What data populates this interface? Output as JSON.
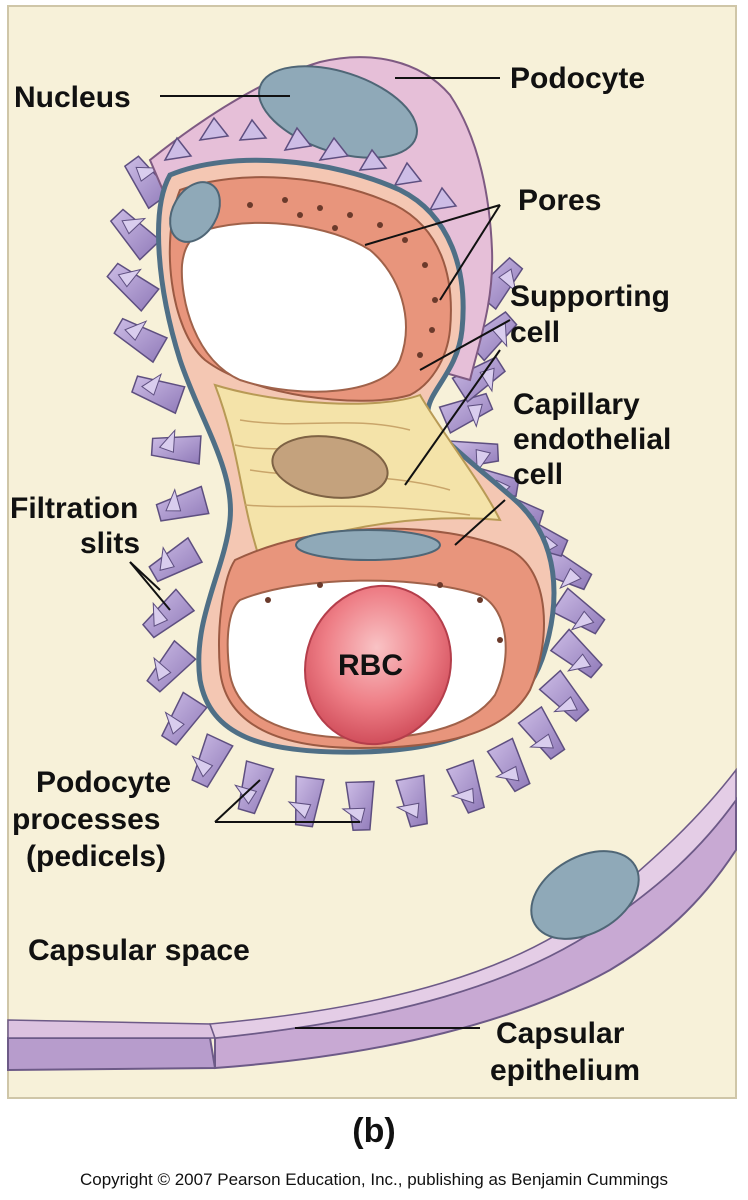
{
  "labels": {
    "nucleus": "Nucleus",
    "podocyte": "Podocyte",
    "pores": "Pores",
    "supporting_cell": [
      "Supporting",
      "cell"
    ],
    "capillary_endothelial_cell": [
      "Capillary",
      "endothelial",
      "cell"
    ],
    "filtration_slits": [
      "Filtration",
      "slits"
    ],
    "rbc": "RBC",
    "podocyte_processes": [
      "Podocyte",
      "processes",
      "(pedicels)"
    ],
    "capsular_space": "Capsular space",
    "capsular_epithelium": [
      "Capsular",
      "epithelium"
    ]
  },
  "panel_letter": "(b)",
  "copyright": "Copyright © 2007 Pearson Education, Inc., publishing as Benjamin Cummings",
  "colors": {
    "background": "#f7f1d9",
    "podocyte": "#e6bfd8",
    "pedicel": "#b9a6d6",
    "endothelium": "#e8957c",
    "supporting_cell": "#f4e3a9",
    "nucleus": "#8fa9b8",
    "rbc": "#e96a73",
    "capsular_epithelium": "#c8a9d3"
  }
}
